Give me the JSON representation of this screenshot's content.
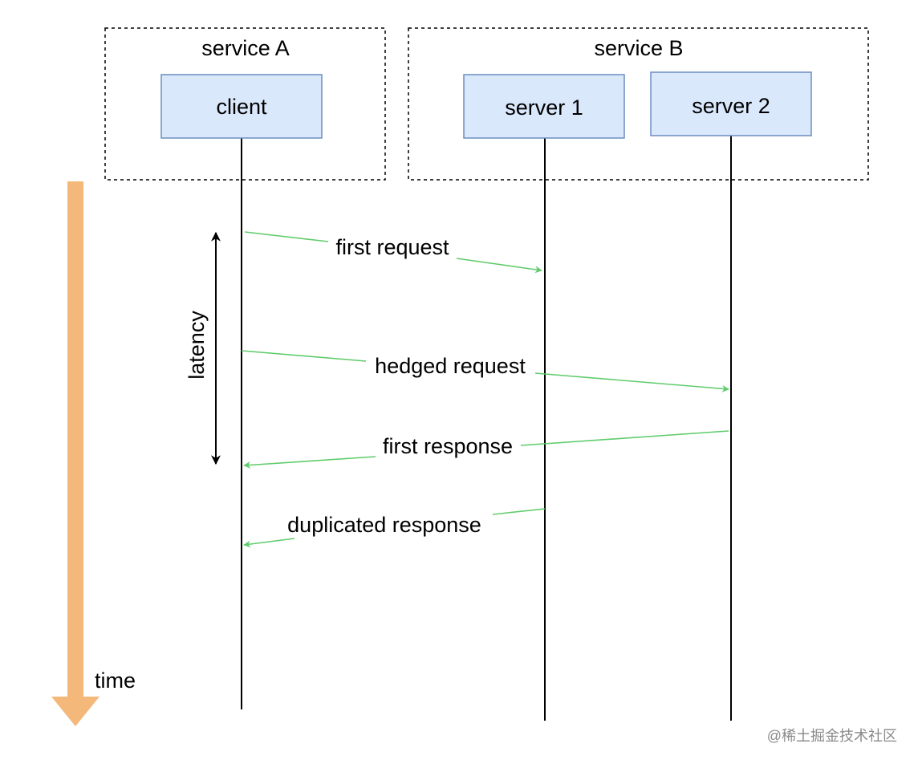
{
  "services": {
    "a": {
      "label": "service A"
    },
    "b": {
      "label": "service B"
    }
  },
  "participants": {
    "client": "client",
    "server1": "server 1",
    "server2": "server 2"
  },
  "messages": {
    "first_request": "first request",
    "hedged_request": "hedged request",
    "first_response": "first response",
    "duplicated_response": "duplicated response"
  },
  "latency_label": "latency",
  "time_label": "time",
  "watermark": "@稀土掘金技术社区",
  "colors": {
    "box_fill": "#dae8fc",
    "box_stroke": "#6c8ebf",
    "arrow": "#5fcc6b",
    "time_arrow": "#f4b97a",
    "lifeline": "#000000"
  }
}
